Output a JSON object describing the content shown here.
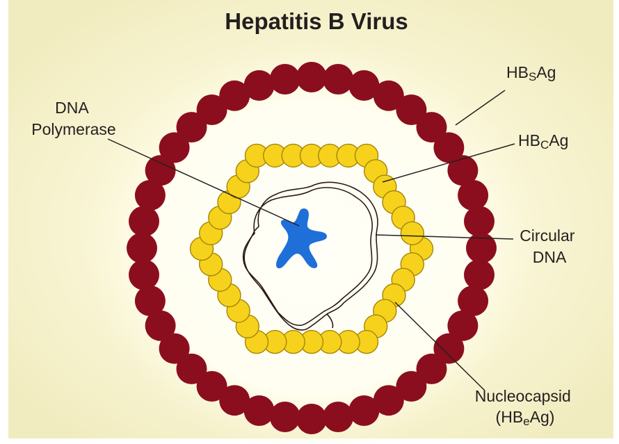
{
  "title": "Hepatitis B Virus",
  "labels": {
    "hbsag": {
      "main": "HB",
      "sub": "S",
      "tail": "Ag"
    },
    "hbcag": {
      "main": "HB",
      "sub": "C",
      "tail": "Ag"
    },
    "dna_polymerase": {
      "line1": "DNA",
      "line2": "Polymerase"
    },
    "circular_dna": {
      "line1": "Circular",
      "line2": "DNA"
    },
    "nucleocapsid": {
      "line1": "Nucleocapsid",
      "line2_open": "(HB",
      "line2_sub": "e",
      "line2_close": "Ag)"
    }
  },
  "colors": {
    "background": "#f8f4cf",
    "glow": "#fefce8",
    "surface_antigen": "#8b0e1e",
    "core_antigen": "#f6d21c",
    "core_outline": "#a48408",
    "polymerase": "#1f6fd8",
    "dna_strand": "#2a1a12",
    "text": "#231f20"
  }
}
